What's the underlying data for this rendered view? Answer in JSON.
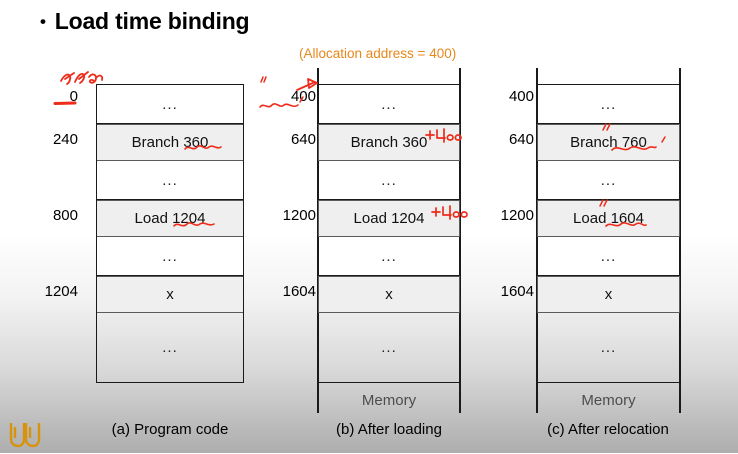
{
  "slide": {
    "title": "Load time binding",
    "bullet_glyph": "•",
    "allocation_note": "(Allocation address = 400)"
  },
  "panels": [
    {
      "id": "program-code",
      "caption": "(a) Program code",
      "memory_label": "",
      "addresses": [
        "0",
        "240",
        "",
        "800",
        "",
        "1204",
        ""
      ],
      "rows": [
        {
          "text": "...",
          "style": "white"
        },
        {
          "text": "Branch 360",
          "style": "gray"
        },
        {
          "text": "...",
          "style": "white"
        },
        {
          "text": "Load 1204",
          "style": "gray"
        },
        {
          "text": "...",
          "style": "white"
        },
        {
          "text": "x",
          "style": "gray"
        },
        {
          "text": "...",
          "style": "empty"
        }
      ]
    },
    {
      "id": "after-loading",
      "caption": "(b) After loading",
      "memory_label": "Memory",
      "addresses": [
        "400",
        "640",
        "",
        "1200",
        "",
        "1604",
        ""
      ],
      "rows": [
        {
          "text": "...",
          "style": "white"
        },
        {
          "text": "Branch 360",
          "style": "gray"
        },
        {
          "text": "...",
          "style": "white"
        },
        {
          "text": "Load 1204",
          "style": "gray"
        },
        {
          "text": "...",
          "style": "white"
        },
        {
          "text": "x",
          "style": "gray"
        },
        {
          "text": "...",
          "style": "empty"
        }
      ]
    },
    {
      "id": "after-relocation",
      "caption": "(c) After relocation",
      "memory_label": "Memory",
      "addresses": [
        "400",
        "640",
        "",
        "1200",
        "",
        "1604",
        ""
      ],
      "rows": [
        {
          "text": "...",
          "style": "white"
        },
        {
          "text": "Branch 760",
          "style": "gray"
        },
        {
          "text": "...",
          "style": "white"
        },
        {
          "text": "Load 1604",
          "style": "gray"
        },
        {
          "text": "...",
          "style": "white"
        },
        {
          "text": "x",
          "style": "gray"
        },
        {
          "text": "...",
          "style": "empty"
        }
      ]
    }
  ],
  "annotations": {
    "korean_scribble": "가상",
    "plus_400_a": "+400",
    "plus_400_b": "+400"
  },
  "colors": {
    "accent_orange": "#E8871A",
    "ink_red": "#EF2B1B",
    "row_gray": "#EFEFEF",
    "text": "#000000",
    "memory_label": "#4D4D4D"
  }
}
